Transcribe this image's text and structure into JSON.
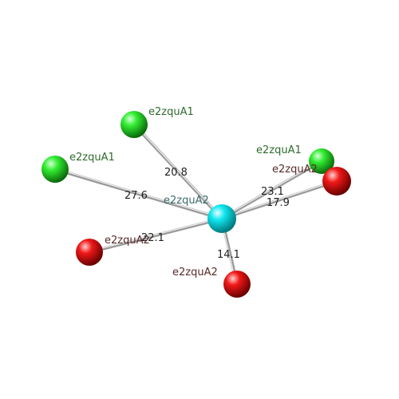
{
  "center": {
    "label": "e2zquA2",
    "color": "#00e5ef",
    "label_color": "#3a6b6b"
  },
  "neighbors": [
    {
      "label": "e2zquA1",
      "color": "#22dd22",
      "label_color": "#2f6b2f",
      "distance": "20.8"
    },
    {
      "label": "e2zquA1",
      "color": "#22dd22",
      "label_color": "#2f6b2f",
      "distance": "27.6"
    },
    {
      "label": "e2zquA1",
      "color": "#22dd22",
      "label_color": "#2f6b2f",
      "distance": "23.1"
    },
    {
      "label": "e2zquA2",
      "color": "#ee1111",
      "label_color": "#5a2a2a",
      "distance": "17.9"
    },
    {
      "label": "e2zquA2",
      "color": "#ee1111",
      "label_color": "#5a2a2a",
      "distance": "22.1"
    },
    {
      "label": "e2zquA2",
      "color": "#ee1111",
      "label_color": "#5a2a2a",
      "distance": "14.1"
    }
  ]
}
